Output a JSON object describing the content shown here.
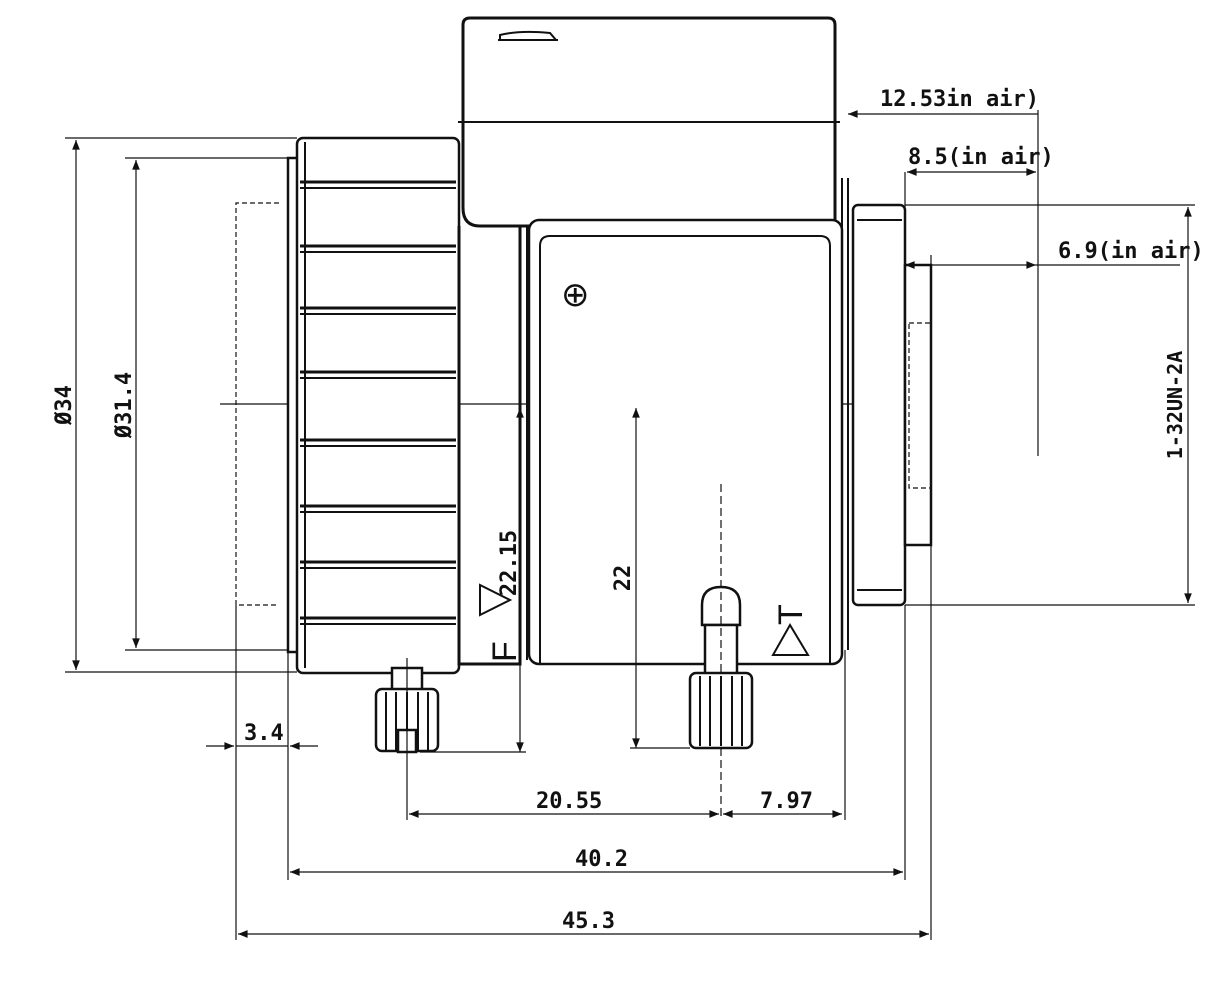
{
  "dimensions": {
    "dia_34": "Ø34",
    "dia_31_4": "Ø31.4",
    "thread": "1-32UN-2A",
    "d_12_53": "12.53in air)",
    "d_8_5": "8.5(in air)",
    "d_6_9": "6.9(in air)",
    "d_22_15": "22.15",
    "d_22": "22",
    "d_3_4": "3.4",
    "d_20_55": "20.55",
    "d_7_97": "7.97",
    "d_40_2": "40.2",
    "d_45_3": "45.3"
  },
  "markings": {
    "focus_letter": "F",
    "zoom_letter": "T",
    "plus_symbol": "⊕"
  }
}
